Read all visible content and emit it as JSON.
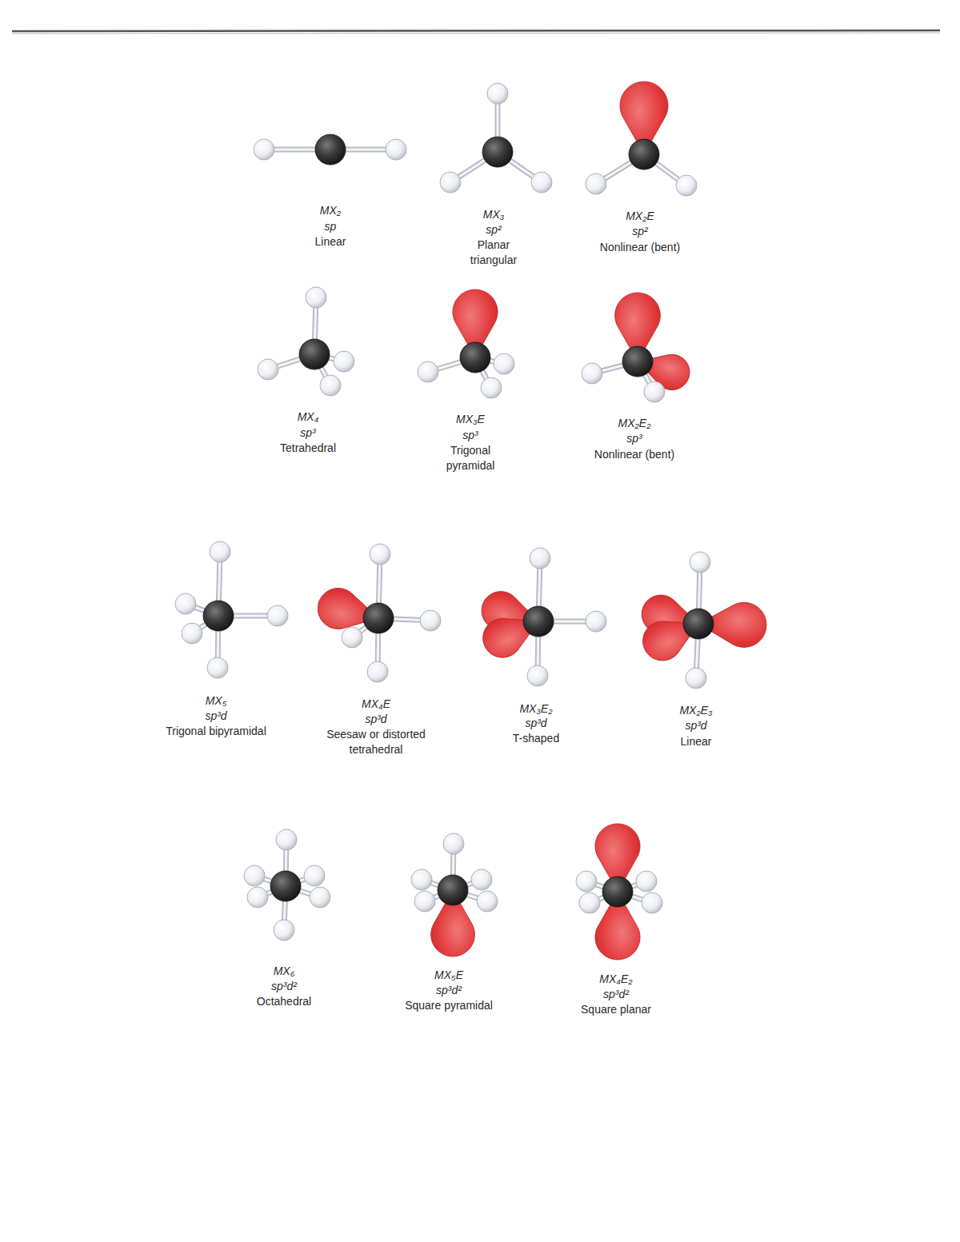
{
  "diagram": {
    "labels": [
      "MX₂",
      "sp",
      "Linear",
      "MX₃",
      "sp²",
      "Planar triangular",
      "MX₂E",
      "sp²",
      "Nonlinear (bent)",
      "MX₄",
      "sp³",
      "Tetrahedral",
      "MX₃E",
      "sp³",
      "Trigonal pyramidal",
      "MX₂E₂",
      "sp³",
      "Nonlinear (bent)",
      "MX₅",
      "sp³d",
      "Trigonal bipyramidal",
      "MX₄E",
      "sp³d",
      "Seesaw or distorted tetrahedral",
      "MX₃E₂",
      "sp³d",
      "T-shaped",
      "MX₂E₃",
      "sp³d",
      "Linear",
      "MX₆",
      "sp³d²",
      "Octahedral",
      "MX₅E",
      "sp³d²",
      "Square pyramidal",
      "MX₄E₂",
      "sp³d²",
      "Square planar"
    ]
  }
}
